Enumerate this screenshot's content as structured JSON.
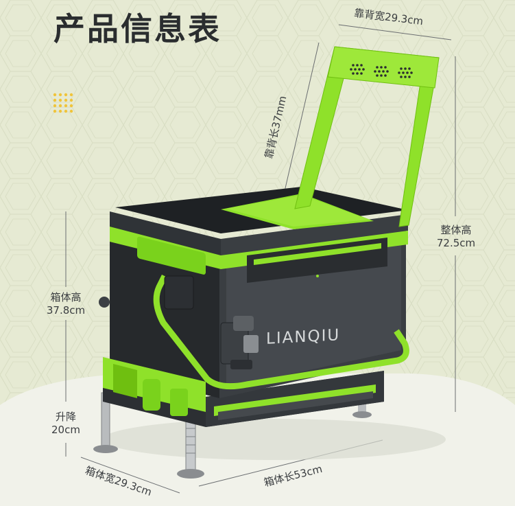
{
  "title": "产品信息表",
  "brand": "LIANQIU",
  "dimensions": {
    "backrest_width": "靠背宽29.3cm",
    "backrest_length": "靠背长37mm",
    "overall_height_label": "整体高",
    "overall_height_value": "72.5cm",
    "box_height_label": "箱体高",
    "box_height_value": "37.8cm",
    "lift_label": "升降",
    "lift_value": "20cm",
    "box_width": "箱体宽29.3cm",
    "box_length": "箱体长53cm"
  },
  "colors": {
    "background": "#e6ead3",
    "accent_green": "#8fe12a",
    "box_dark": "#2c2f33",
    "text": "#2a2d2f",
    "dots": "#f0c43a"
  }
}
